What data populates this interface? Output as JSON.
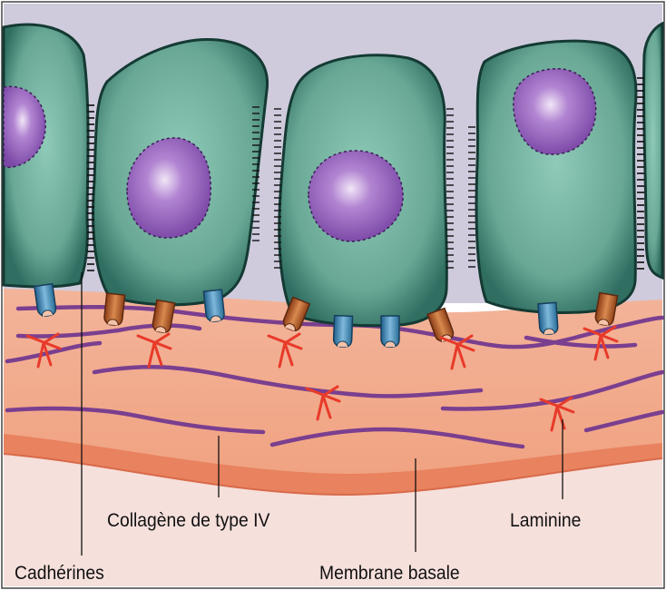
{
  "labels": {
    "collagene": "Collagène de type IV",
    "cadherines": "Cadhérines",
    "membrane": "Membrane basale",
    "laminine": "Laminine"
  },
  "colors": {
    "background_top": "#cfcbdd",
    "cell_fill": "#5f9c8b",
    "cell_outline": "#143a33",
    "nucleus": "#9a66c0",
    "tissue": "#f2ab8c",
    "basal_band": "#e8825f",
    "collagen_fiber": "#7a3f8f",
    "laminin": "#e83a2a",
    "integrin_blue": "#3f86b5",
    "integrin_brown": "#b0582a",
    "underlayer": "#f6e0dc"
  }
}
